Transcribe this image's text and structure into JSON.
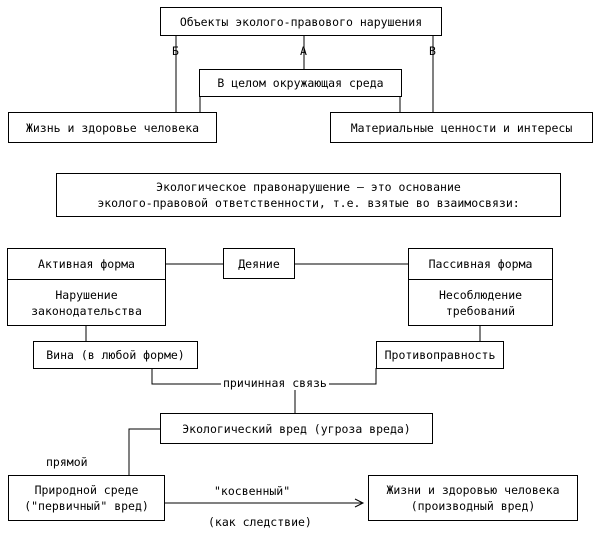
{
  "objects_title": "Объекты эколого-правового нарушения",
  "label_a": "А",
  "label_b": "Б",
  "label_v": "В",
  "environment": "В целом окружающая среда",
  "life_health": "Жизнь и здоровье человека",
  "material_values": "Материальные ценности и интересы",
  "definition": {
    "line1": "Экологическое правонарушение – это основание",
    "line2": "эколого-правовой ответственности, т.е. взятые во взаимосвязи:"
  },
  "active_form": "Активная форма",
  "active_violation": {
    "line1": "Нарушение",
    "line2": "законодательства"
  },
  "act": "Деяние",
  "passive_form": "Пассивная форма",
  "passive_violation": {
    "line1": "Несоблюдение",
    "line2": "требований"
  },
  "guilt": "Вина (в любой форме)",
  "unlawfulness": "Противоправность",
  "causal_link": "причинная связь",
  "eco_harm": "Экологический вред (угроза вреда)",
  "direct": "прямой",
  "nature_harm": {
    "line1": "Природной среде",
    "line2": "(\"первичный\" вред)"
  },
  "indirect": "\"косвенный\"",
  "as_consequence": "(как следствие)",
  "human_harm": {
    "line1": "Жизни и здоровью человека",
    "line2": "(производный вред)"
  }
}
